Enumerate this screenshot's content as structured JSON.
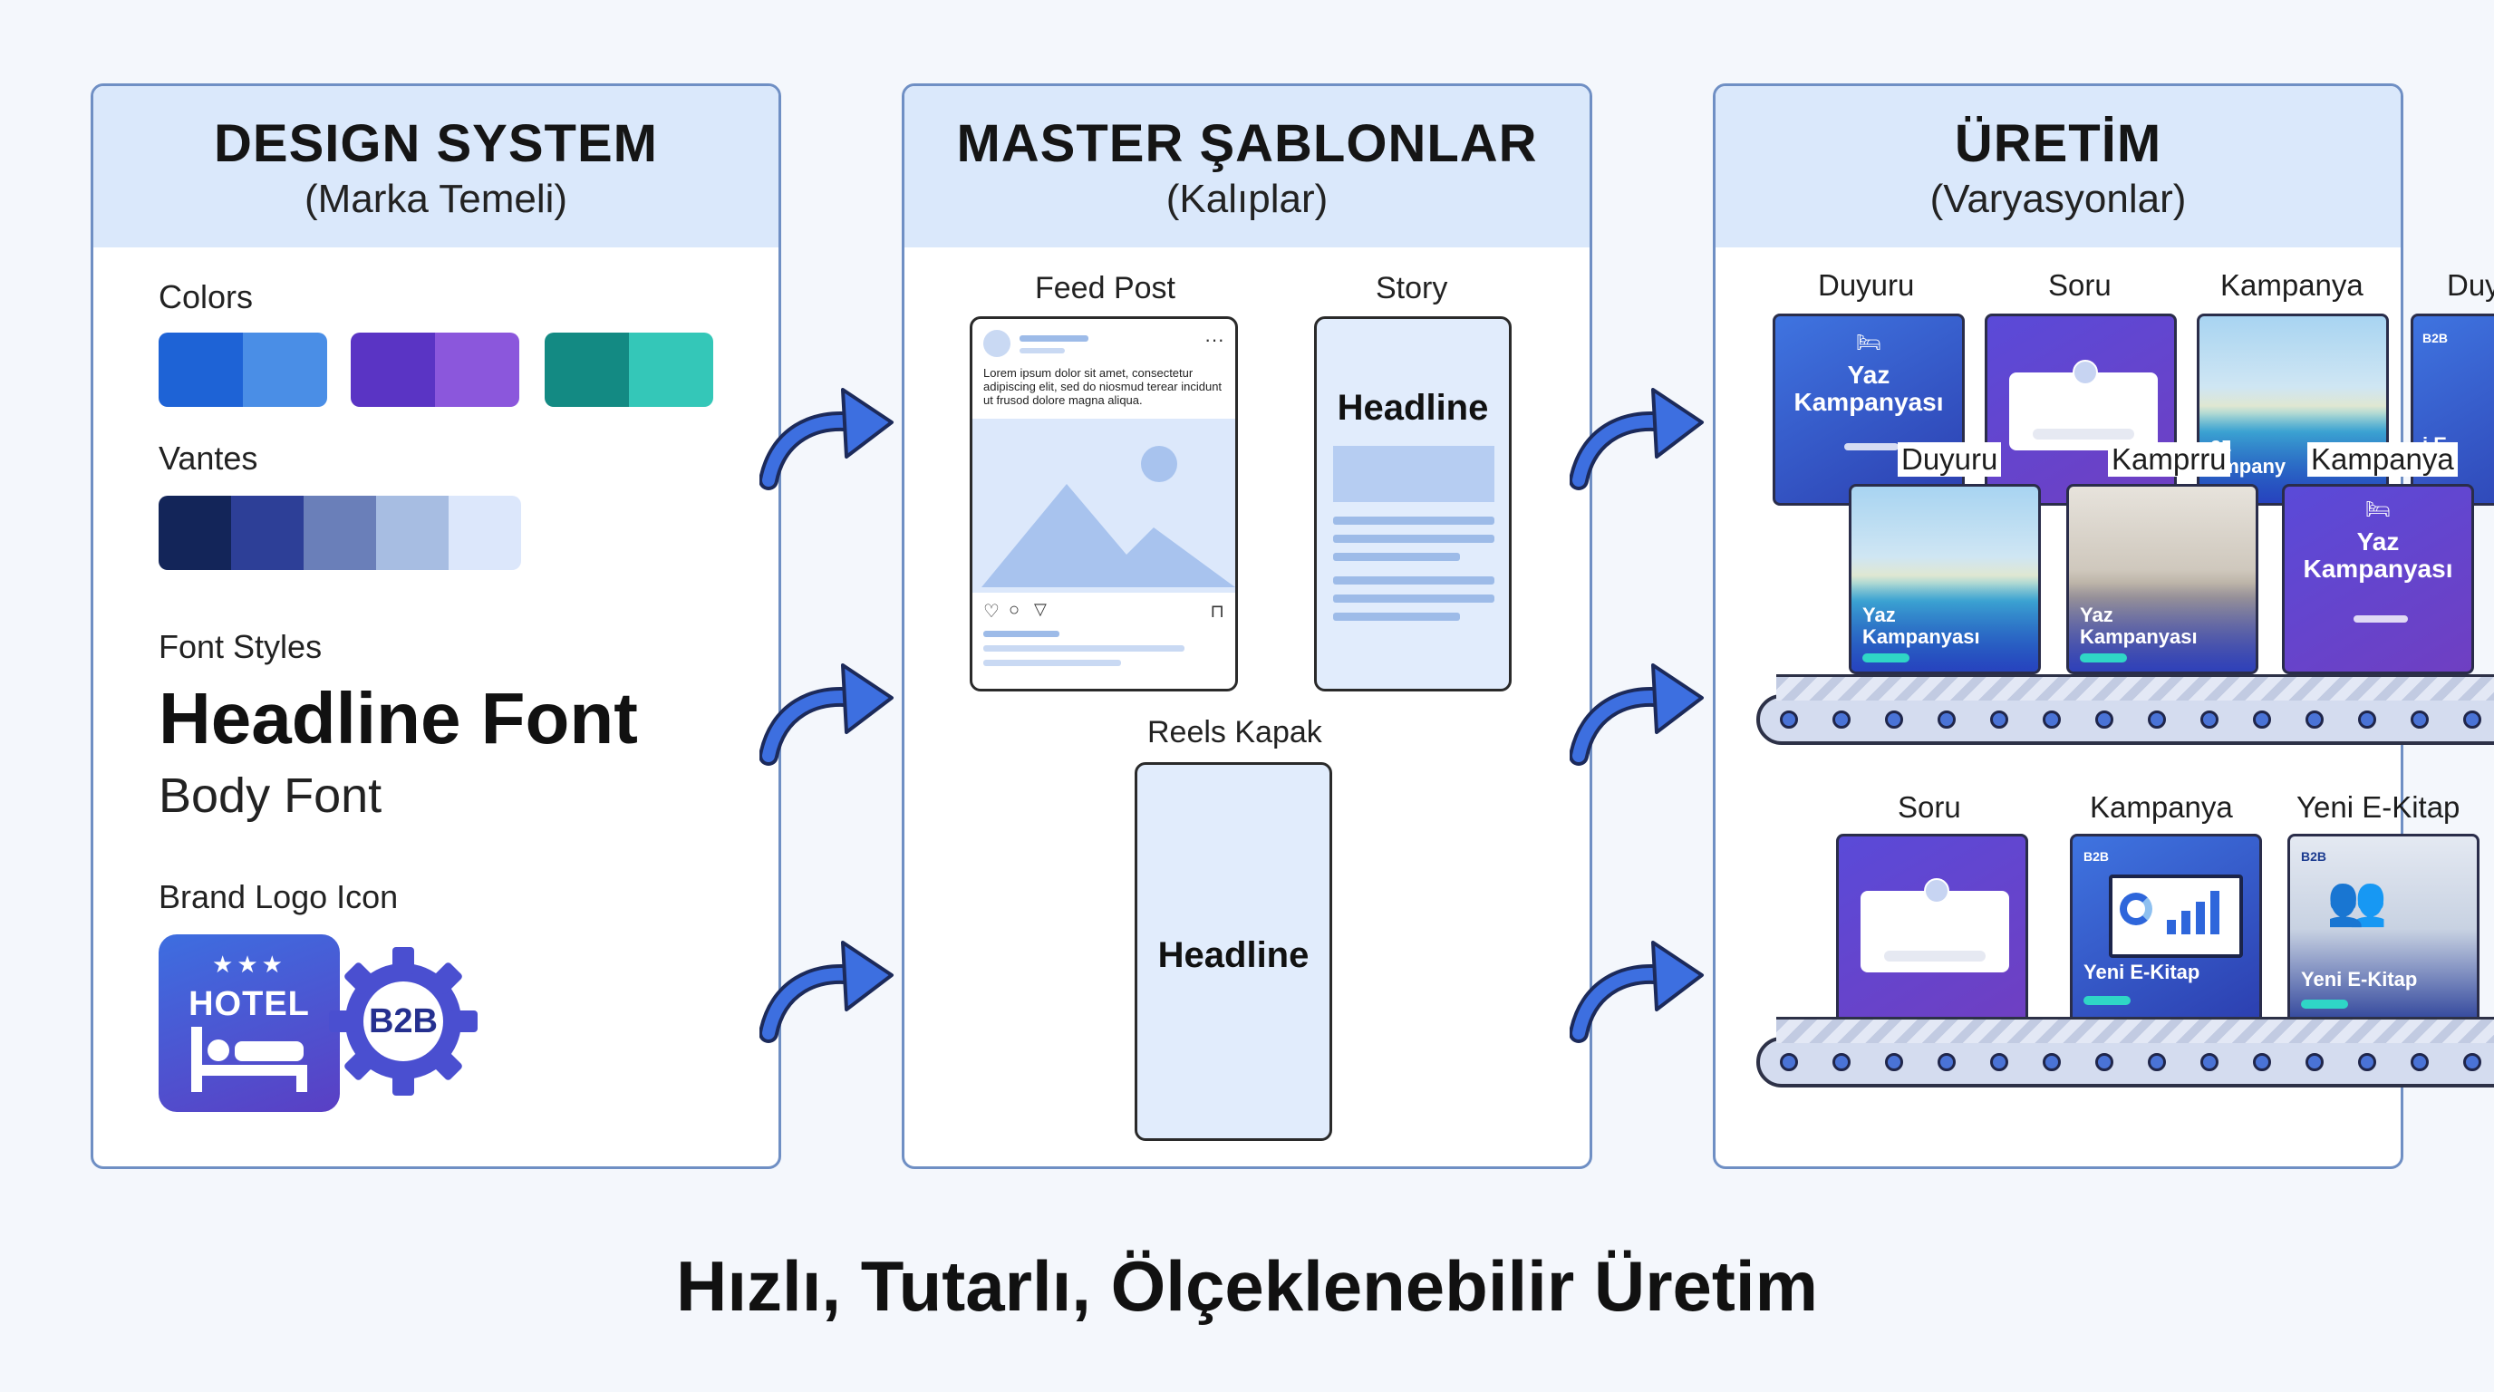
{
  "panels": {
    "design": {
      "title": "DESIGN SYSTEM",
      "subtitle": "(Marka Temeli)"
    },
    "master": {
      "title": "MASTER ŞABLONLAR",
      "subtitle": "(Kalıplar)"
    },
    "production": {
      "title": "ÜRETİM",
      "subtitle": "(Varyasyonlar)"
    }
  },
  "design": {
    "colors_label": "Colors",
    "tints_label": "Vantes",
    "font_styles_label": "Font Styles",
    "headline_font": "Headline Font",
    "body_font": "Body Font",
    "logo_label": "Brand Logo Icon",
    "hotel_logo_text": "HOTEL",
    "b2b_logo_text": "B2B",
    "palette": [
      [
        "#1e63d6",
        "#4a8ee6"
      ],
      [
        "#5a34c4",
        "#8b57dc"
      ],
      [
        "#138a83",
        "#34c7b8"
      ]
    ],
    "tints": [
      "#132559",
      "#2d3f97",
      "#6a7fb9",
      "#a7bde2",
      "#dce7fb"
    ]
  },
  "master": {
    "feed_label": "Feed Post",
    "feed_text": "Lorem ipsum dolor sit amet, consectetur adipiscing elit, sed do niosmud terear incidunt ut frusod dolore magna aliqua.",
    "story_label": "Story",
    "story_headline": "Headline",
    "reels_label": "Reels Kapak",
    "reels_headline": "Headline"
  },
  "production": {
    "row1_labels": [
      "Duyuru",
      "Soru",
      "Kampanya",
      "Duy"
    ],
    "row2_labels": [
      "Duyuru",
      "Kamprru",
      "Kampanya"
    ],
    "row3_labels": [
      "Soru",
      "Kampanya",
      "Yeni E-Kitap"
    ],
    "yaz": "Yaz",
    "kampanyasi": "Kampanyası",
    "b2b": "B2B",
    "yeni_ekitap": "Yeni E-Kitap",
    "clipped_text_1": "az",
    "clipped_text_2": "ampany",
    "clipped_text_3": "i E-"
  },
  "footer": "Hızlı, Tutarlı, Ölçeklenebilir Üretim"
}
